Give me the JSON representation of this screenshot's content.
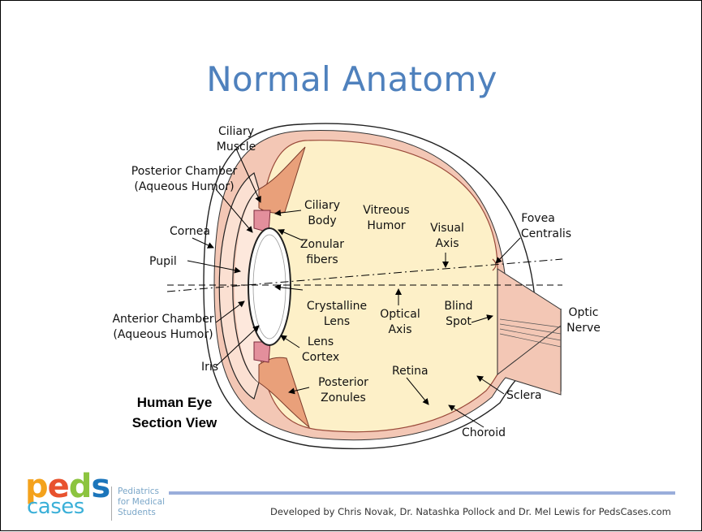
{
  "slide": {
    "title": "Normal Anatomy",
    "credit": "Developed by Chris Novak, Dr. Natashka Pollock and Dr. Mel Lewis for PedsCases.com"
  },
  "logo": {
    "peds": "peds",
    "cases": "cases",
    "tagline": [
      "Pediatrics",
      "for Medical",
      "Students"
    ]
  },
  "diagram": {
    "caption": [
      "Human Eye",
      "Section View"
    ],
    "labels": {
      "ciliary_muscle": [
        "Ciliary",
        "Muscle"
      ],
      "posterior_chamber": [
        "Posterior Chamber",
        "(Aqueous Humor)"
      ],
      "cornea": "Cornea",
      "pupil": "Pupil",
      "anterior_chamber": [
        "Anterior Chamber",
        "(Aqueous Humor)"
      ],
      "iris": "Iris",
      "ciliary_body": [
        "Ciliary",
        "Body"
      ],
      "zonular_fibers": [
        "Zonular",
        "fibers"
      ],
      "vitreous_humor": [
        "Vitreous",
        "Humor"
      ],
      "visual_axis": [
        "Visual",
        "Axis"
      ],
      "fovea_centralis": [
        "Fovea",
        "Centralis"
      ],
      "crystalline_lens": [
        "Crystalline",
        "Lens"
      ],
      "optical_axis": [
        "Optical",
        "Axis"
      ],
      "blind_spot": [
        "Blind",
        "Spot"
      ],
      "optic_nerve": [
        "Optic",
        "Nerve"
      ],
      "lens_cortex": [
        "Lens",
        "Cortex"
      ],
      "retina": "Retina",
      "posterior_zonules": [
        "Posterior",
        "Zonules"
      ],
      "sclera": "Sclera",
      "choroid": "Choroid"
    }
  }
}
